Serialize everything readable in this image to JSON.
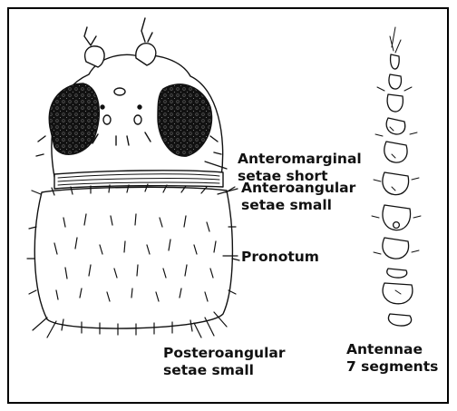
{
  "labels": {
    "anteromarginal": {
      "line1": "Anteromarginal",
      "line2": "setae short"
    },
    "anteroangular": {
      "line1": "Anteroangular",
      "line2": "setae small"
    },
    "pronotum": {
      "line1": "Pronotum"
    },
    "posteroangular": {
      "line1": "Posteroangular",
      "line2": "setae small"
    },
    "antennae": {
      "line1": "Antennae",
      "line2": "7 segments"
    }
  },
  "colors": {
    "ink": "#111111",
    "frame": "#000000",
    "background": "#ffffff"
  }
}
